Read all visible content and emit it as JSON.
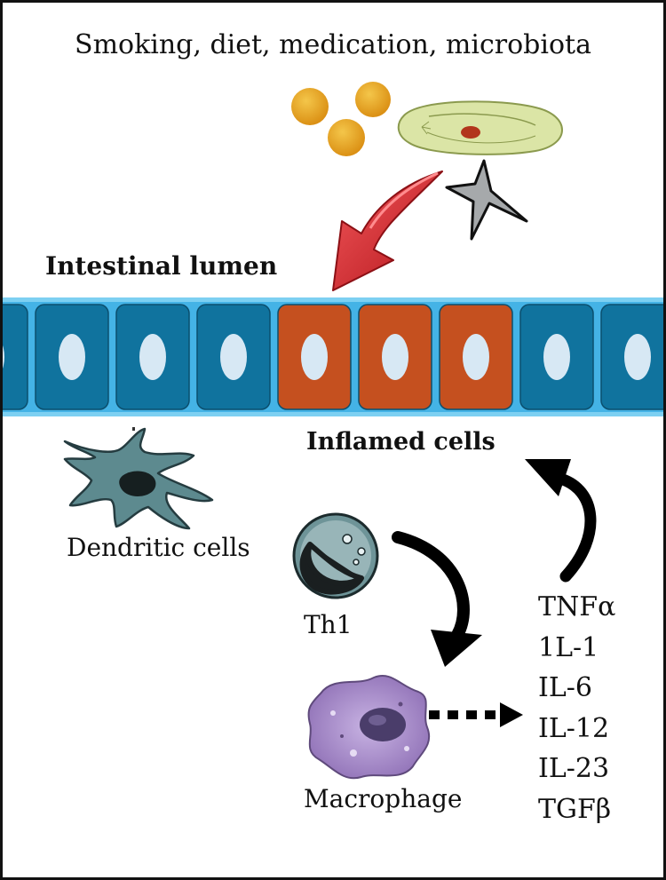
{
  "title": "Smoking, diet, medication, microbiota",
  "labels": {
    "intestinal_lumen": "Intestinal lumen",
    "inflamed_cells": "Inflamed cells",
    "dendritic_cells": "Dendritic cells",
    "th1": "Th1",
    "macrophage": "Macrophage"
  },
  "cytokines": [
    "TNFα",
    "1L-1",
    "IL-6",
    "IL-12",
    "IL-23",
    "TGFβ"
  ],
  "epithelium": {
    "cells": [
      "normal",
      "normal",
      "normal",
      "normal",
      "inflamed",
      "inflamed",
      "inflamed",
      "normal",
      "normal"
    ]
  },
  "colors": {
    "normal_cell": "#10739e",
    "inflamed_cell": "#c5501f",
    "membrane": "#44b3e6",
    "nucleus": "#d7e8f4",
    "bacteria": "#e4a21c",
    "big_arrow": "#e22a2e",
    "dendritic_cell": "#5d8a8f",
    "th1_cell": "#6e9498",
    "macrophage": "#9c7ec0"
  },
  "icons": [
    "bacteria-icon",
    "protozoa-icon",
    "star-particle-icon"
  ]
}
